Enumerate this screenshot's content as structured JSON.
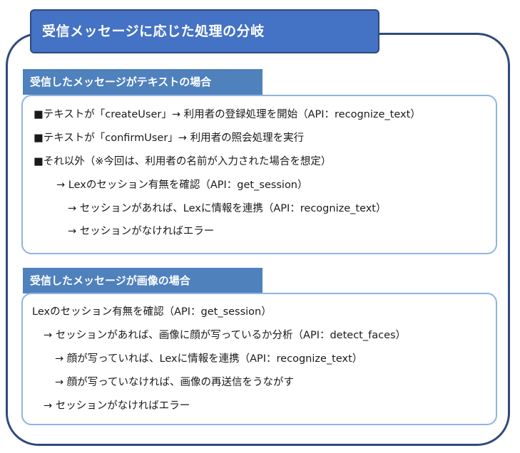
{
  "title": "受信メッセージに応じた処理の分岐",
  "sections": [
    {
      "heading": "受信したメッセージがテキストの場合",
      "lines": [
        "■テキストが「createUser」→ 利用者の登録処理を開始（API：recognize_text）",
        "■テキストが「confirmUser」→ 利用者の照会処理を実行",
        "■それ以外（※今回は、利用者の名前が入力された場合を想定）",
        "→ Lexのセッション有無を確認（API：get_session）",
        "→ セッションがあれば、Lexに情報を連携（API：recognize_text）",
        "→ セッションがなければエラー"
      ]
    },
    {
      "heading": "受信したメッセージが画像の場合",
      "lines": [
        "Lexのセッション有無を確認（API：get_session）",
        "→ セッションがあれば、画像に顔が写っているか分析（API：detect_faces）",
        "→ 顔が写っていれば、Lexに情報を連携（API：recognize_text）",
        "→ 顔が写っていなければ、画像の再送信をうながす",
        "→ セッションがなければエラー"
      ]
    }
  ]
}
